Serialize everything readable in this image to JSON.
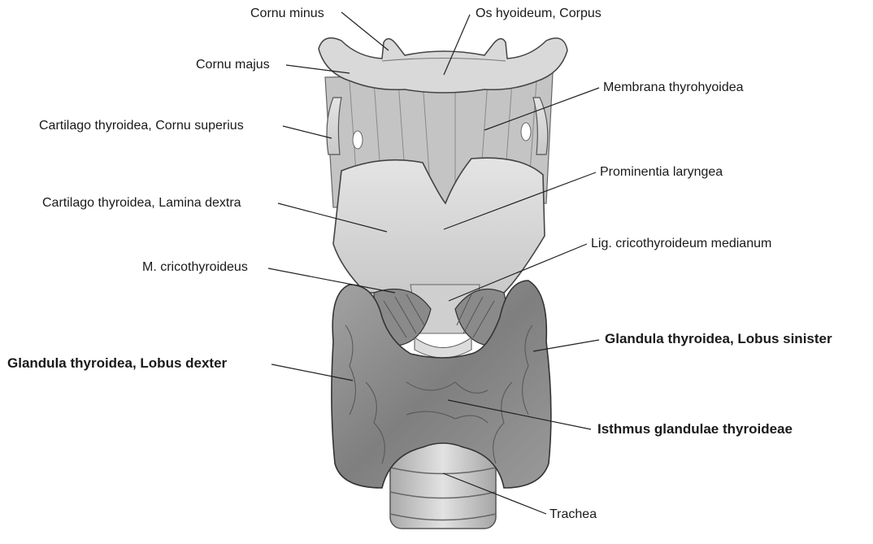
{
  "labels": {
    "cornu_minus": "Cornu minus",
    "os_hyoideum_corpus": "Os hyoideum, Corpus",
    "cornu_majus": "Cornu majus",
    "membrana_thyrohyoidea": "Membrana thyrohyoidea",
    "cartilago_cornu_superius": "Cartilago thyroidea, Cornu superius",
    "prominentia_laryngea": "Prominentia laryngea",
    "cartilago_lamina_dextra": "Cartilago thyroidea, Lamina dextra",
    "lig_cricothyroideum": "Lig. cricothyroideum medianum",
    "m_cricothyroideus": "M. cricothyroideus",
    "lobus_sinister": "Glandula thyroidea, Lobus sinister",
    "lobus_dexter": "Glandula  thyroidea, Lobus dexter",
    "isthmus": "Isthmus glandulae thyroideae",
    "trachea": "Trachea"
  },
  "colors": {
    "label_text": "#1a1a1a",
    "leader_line": "#222222",
    "cartilage_fill": "#d6d6d6",
    "gland_fill": "#8e8e8e",
    "membrane_fill": "#bcbcbc"
  }
}
